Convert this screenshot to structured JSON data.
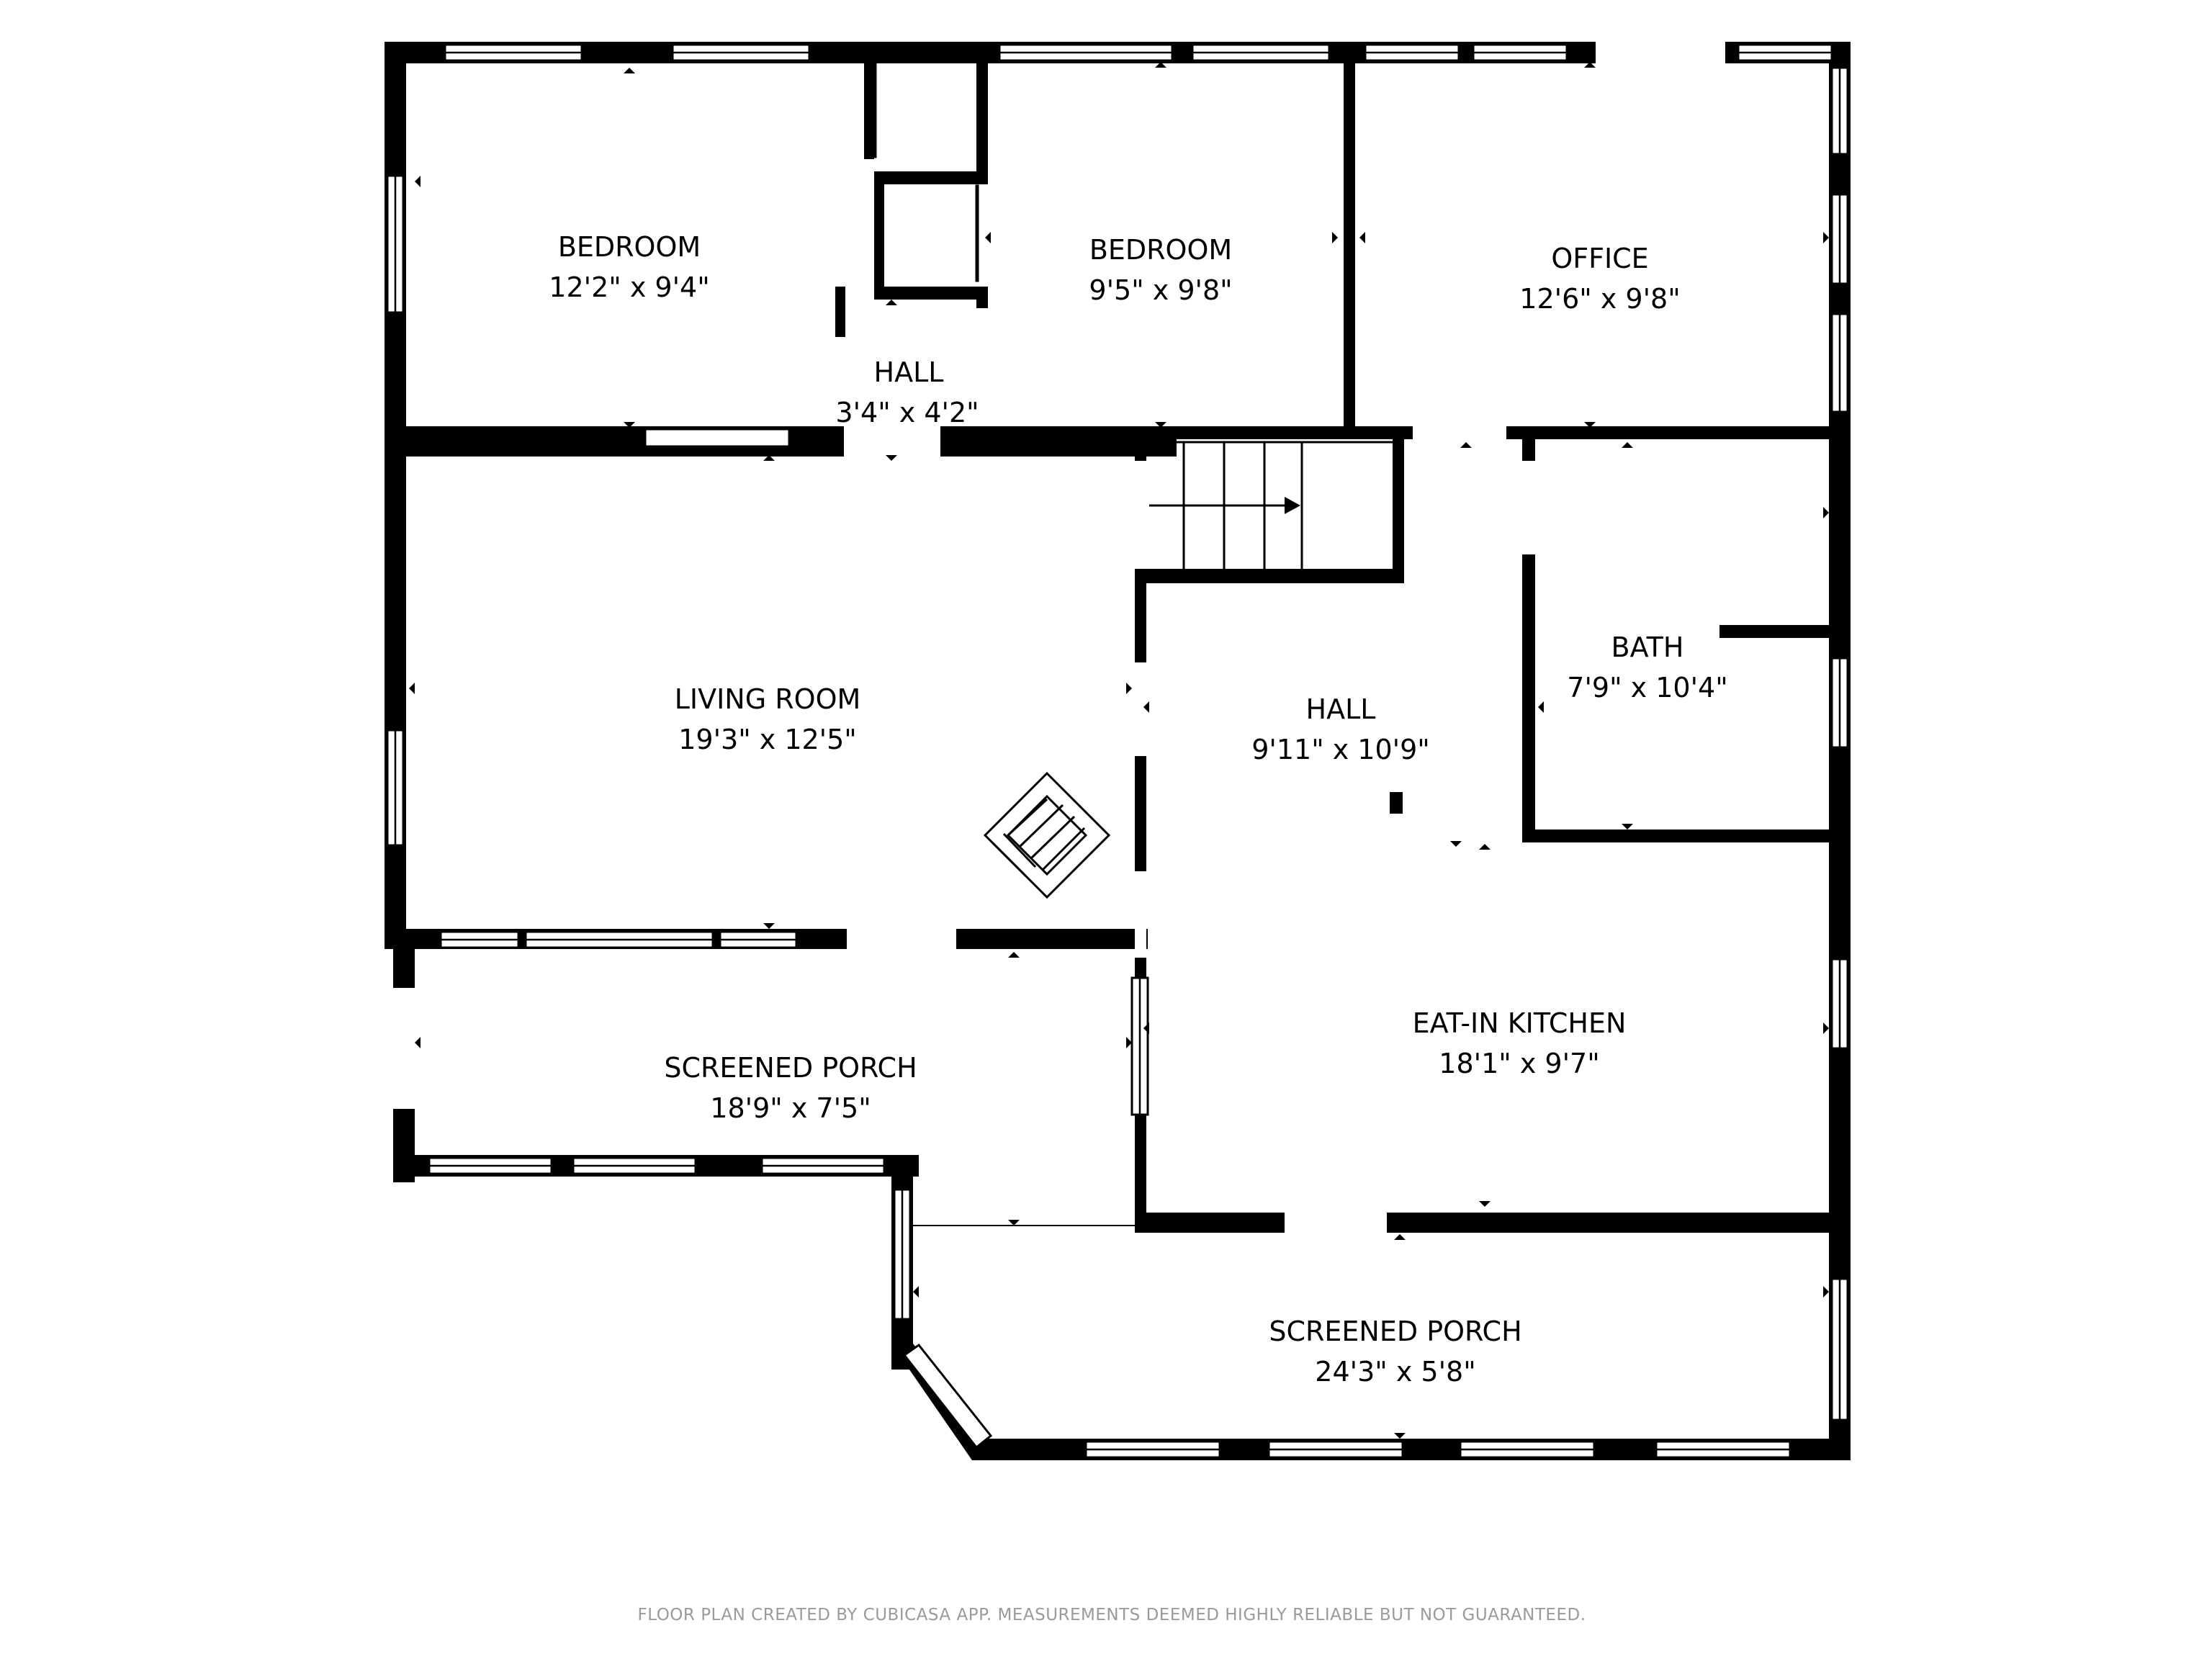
{
  "rooms": [
    {
      "id": "bedroom-1",
      "name": "BEDROOM",
      "dims": "12'2\" x 9'4\""
    },
    {
      "id": "bedroom-2",
      "name": "BEDROOM",
      "dims": "9'5\" x 9'8\""
    },
    {
      "id": "office",
      "name": "OFFICE",
      "dims": "12'6\" x 9'8\""
    },
    {
      "id": "hall-small",
      "name": "HALL",
      "dims": "3'4\" x 4'2\""
    },
    {
      "id": "living-room",
      "name": "LIVING ROOM",
      "dims": "19'3\" x 12'5\""
    },
    {
      "id": "hall-main",
      "name": "HALL",
      "dims": "9'11\" x 10'9\""
    },
    {
      "id": "bath",
      "name": "BATH",
      "dims": "7'9\" x 10'4\""
    },
    {
      "id": "eat-in-kitchen",
      "name": "EAT-IN KITCHEN",
      "dims": "18'1\" x 9'7\""
    },
    {
      "id": "screened-porch-1",
      "name": "SCREENED PORCH",
      "dims": "18'9\" x 7'5\""
    },
    {
      "id": "screened-porch-2",
      "name": "SCREENED PORCH",
      "dims": "24'3\" x 5'8\""
    }
  ],
  "footer": "FLOOR PLAN CREATED BY CUBICASA APP. MEASUREMENTS DEEMED HIGHLY RELIABLE BUT NOT GUARANTEED.",
  "colors": {
    "wall": "#000000",
    "background": "#ffffff",
    "footer_text": "#9a9a9a"
  }
}
